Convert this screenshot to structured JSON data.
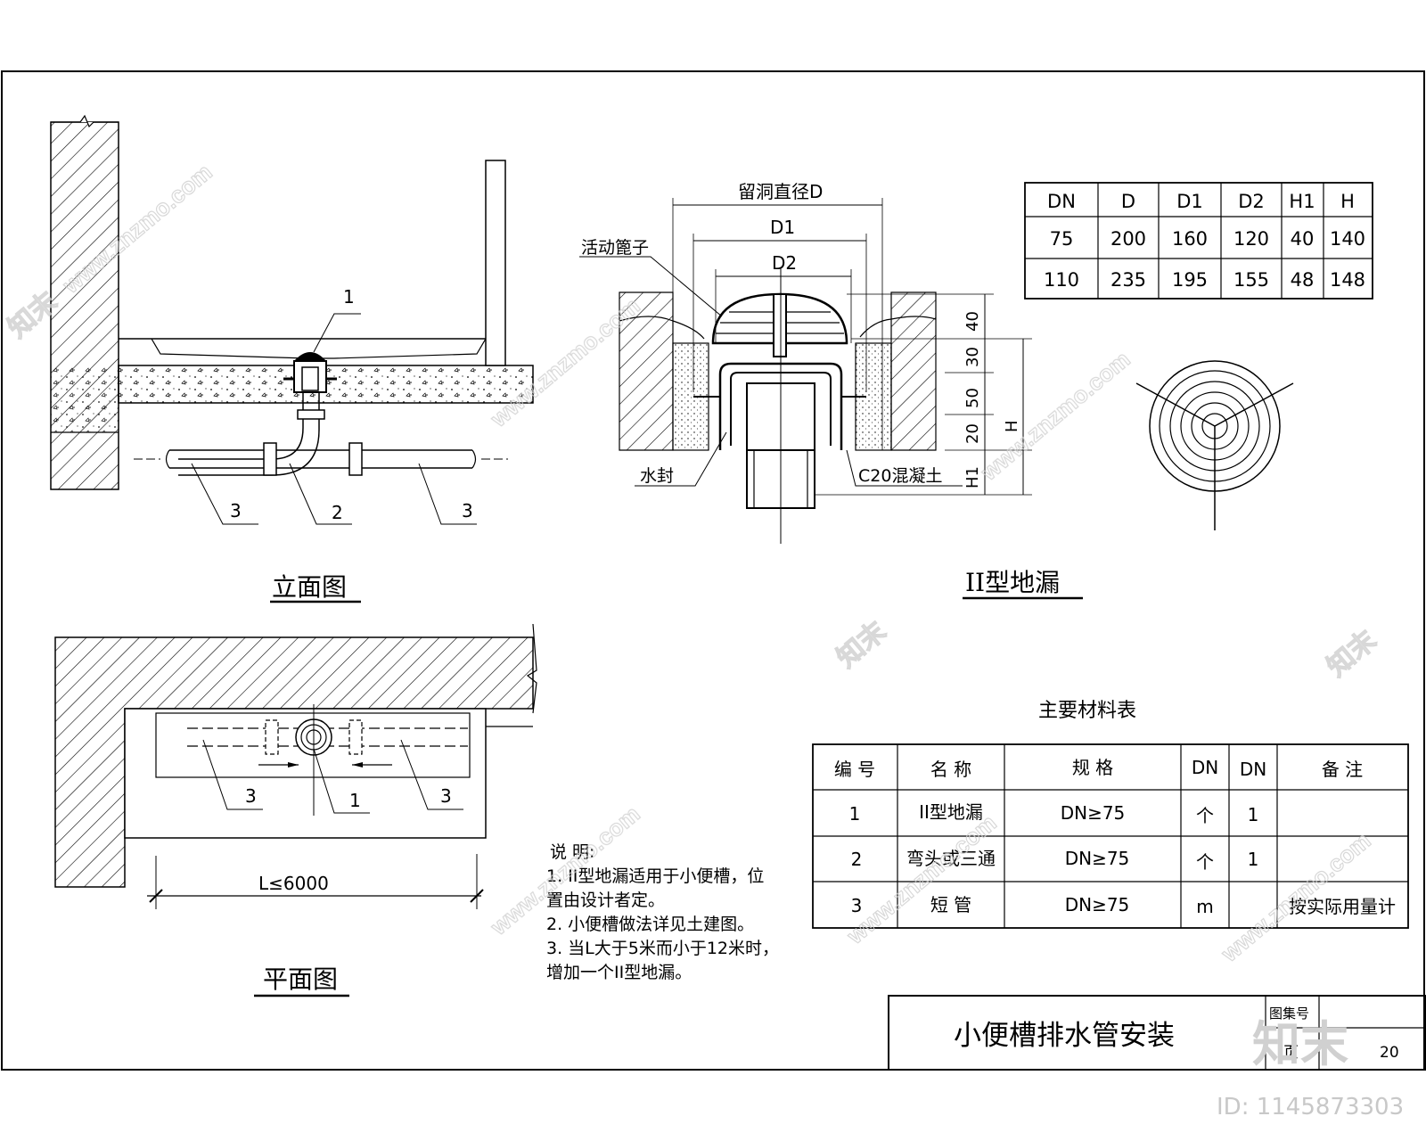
{
  "elevation": {
    "title": "立面图",
    "labels": [
      "1",
      "3",
      "2",
      "3"
    ]
  },
  "drain": {
    "title": "II型地漏",
    "hole_label": "留洞直径D",
    "d1_label": "D1",
    "d2_label": "D2",
    "grate_label": "活动篦子",
    "seal_label": "水封",
    "concrete_label": "C20混凝土",
    "dims": [
      "40",
      "30",
      "50",
      "20"
    ],
    "h_label": "H",
    "h1_label": "H1"
  },
  "dim_table": {
    "headers": [
      "DN",
      "D",
      "D1",
      "D2",
      "H1",
      "H"
    ],
    "rows": [
      [
        "75",
        "200",
        "160",
        "120",
        "40",
        "140"
      ],
      [
        "110",
        "235",
        "195",
        "155",
        "48",
        "148"
      ]
    ]
  },
  "plan": {
    "title": "平面图",
    "labels": [
      "3",
      "1",
      "3"
    ],
    "length": "L≤6000"
  },
  "materials": {
    "title": "主要材料表",
    "headers": [
      "编  号",
      "名  称",
      "规  格",
      "DN",
      "DN",
      "备  注"
    ],
    "rows": [
      [
        "1",
        "II型地漏",
        "DN≥75",
        "个",
        "1",
        ""
      ],
      [
        "2",
        "弯头或三通",
        "DN≥75",
        "个",
        "1",
        ""
      ],
      [
        "3",
        "短  管",
        "DN≥75",
        "m",
        "",
        "按实际用量计"
      ]
    ]
  },
  "notes": {
    "heading": "说  明:",
    "lines": [
      "1. II型地漏适用于小便槽，位",
      "置由设计者定。",
      "2. 小便槽做法详见土建图。",
      "3. 当L大于5米而小于12米时，",
      "增加一个II型地漏。"
    ]
  },
  "title_block": {
    "title": "小便槽排水管安装",
    "atlas_label": "图集号",
    "page_label": "页",
    "page_num": "20"
  },
  "watermark": {
    "brand": "知末",
    "site": "www.znzmo.com",
    "id": "ID: 1145873303"
  }
}
